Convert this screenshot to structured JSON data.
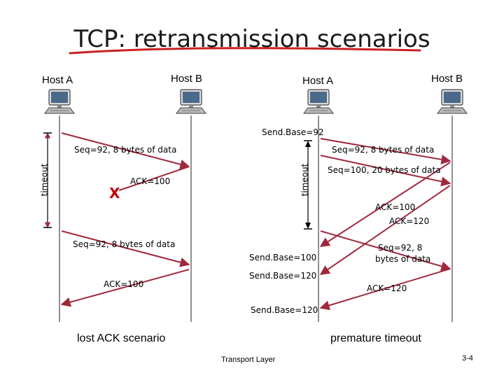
{
  "title": "TCP: retransmission scenarios",
  "left_scenario": {
    "host_a": "Host A",
    "host_b": "Host B",
    "timeout": "timeout",
    "seq1": "Seq=92, 8 bytes of data",
    "ack1": "ACK=100",
    "loss_mark": "X",
    "seq2": "Seq=92, 8 bytes of data",
    "ack2": "ACK=100",
    "caption": "lost ACK scenario"
  },
  "right_scenario": {
    "host_a": "Host A",
    "host_b": "Host B",
    "timeout": "timeout",
    "sendbase_92": "Send.Base=92",
    "seq1": "Seq=92, 8 bytes of data",
    "seq2": "Seq=100, 20 bytes of data",
    "ack100": "ACK=100",
    "ack120": "ACK=120",
    "sendbase_100": "Send.Base=100",
    "seq3_line1": "Seq=92,  8",
    "seq3_line2": "bytes of data",
    "sendbase_120a": "Send.Base=120",
    "ack120b": "ACK=120",
    "sendbase_120b": "Send.Base=120",
    "caption": "premature timeout"
  },
  "footer": {
    "center": "Transport Layer",
    "page": "3-4"
  },
  "colors": {
    "arrow": "#a0283c",
    "underline": "#cc2020",
    "timeline": "#222222"
  }
}
